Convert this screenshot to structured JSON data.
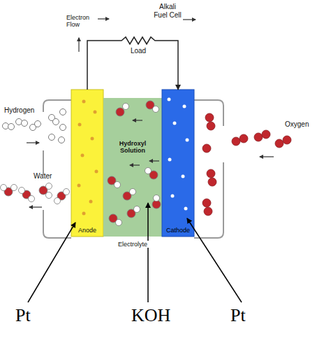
{
  "diagram": {
    "title": "Alkali Fuel Cell",
    "nodes": [
      {
        "text": [
          "Anode"
        ]
      },
      {
        "text": [
          "Hydroxyl Solution",
          "Electrolyte"
        ]
      },
      {
        "text": [
          "Cathode"
        ]
      }
    ],
    "edges": [
      {
        "from": 0,
        "to": 2,
        "arrow": "to",
        "label": "Load"
      }
    ],
    "labels": [
      "Electron Flow",
      "Hydrogen",
      "Water",
      "Oxygen",
      "Pt",
      "KOH",
      "Pt"
    ]
  }
}
